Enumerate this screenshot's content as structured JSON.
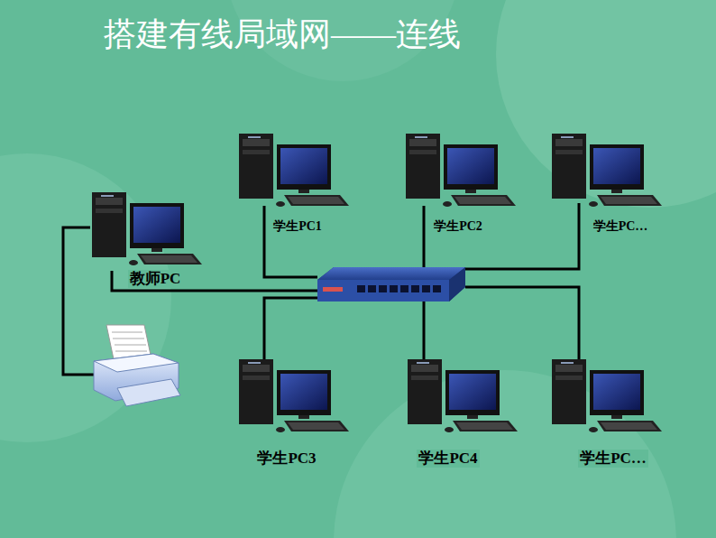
{
  "diagram": {
    "title": "搭建有线局域网——连线",
    "nodes": [
      {
        "text": [
          "学生PC1"
        ]
      },
      {
        "text": [
          "学生PC2"
        ]
      },
      {
        "text": [
          "学生PC…"
        ]
      },
      {
        "text": [
          "教师PC"
        ]
      },
      {
        "text": [
          "学生PC3"
        ]
      },
      {
        "text": [
          "学生PC4"
        ]
      },
      {
        "text": [
          "学生PC…"
        ]
      }
    ]
  }
}
